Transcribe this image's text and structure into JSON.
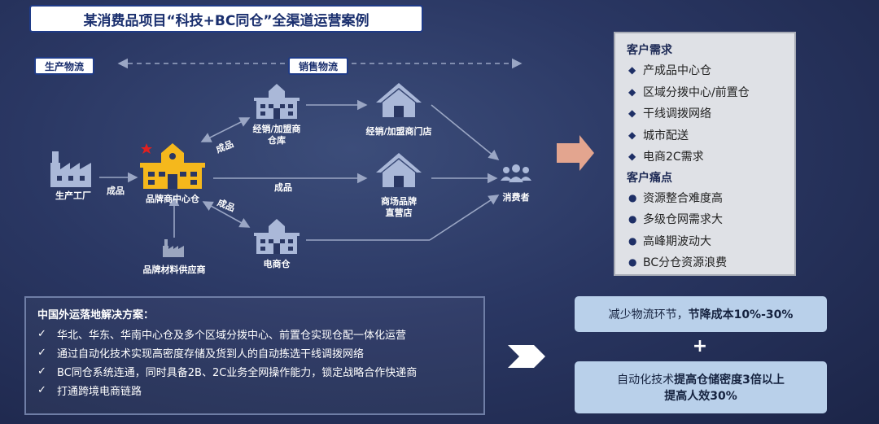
{
  "title": "某消费品项目“科技+BC同仓”全渠道运营案例",
  "tags": {
    "production": "生产物流",
    "sales": "销售物流"
  },
  "nodes": {
    "factory": "生产工厂",
    "brand_center": "品牌商中心仓",
    "dealer_warehouse": [
      "经销/加盟商",
      "仓库"
    ],
    "dealer_store": "经销/加盟商门店",
    "mall_store": [
      "商场品牌",
      "直营店"
    ],
    "ecommerce_warehouse": "电商仓",
    "consumer": "消费者",
    "material_supplier": "品牌材料供应商"
  },
  "edge_labels": {
    "factory_to_center": "成品",
    "center_to_dealer": "成品",
    "center_to_mall": "成品",
    "center_to_ecom": "成品"
  },
  "right_panel": {
    "needs_title": "客户需求",
    "needs": [
      "产成品中心仓",
      "区域分拨中心/前置仓",
      "干线调拨网络",
      "城市配送",
      "电商2C需求"
    ],
    "pains_title": "客户痛点",
    "pains": [
      "资源整合难度高",
      "多级仓网需求大",
      "高峰期波动大",
      "BC分仓资源浪费"
    ]
  },
  "solution": {
    "title": "中国外运落地解决方案：",
    "items": [
      "华北、华东、华南中心仓及多个区域分拨中心、前置仓实现仓配一体化运营",
      "通过自动化技术实现高密度存储及货到人的自动拣选干线调拨网络",
      "BC同仓系统连通，同时具备2B、2C业务全网操作能力，锁定战略合作快递商",
      "打通跨境电商链路"
    ]
  },
  "results": {
    "r1_prefix": "减少物流环节，",
    "r1_bold": "节降成本10%-30%",
    "plus": "+",
    "r2_prefix": "自动化技术",
    "r2_bold": "提高仓储密度3倍以上",
    "r2_line2": "提高人效30%"
  },
  "colors": {
    "accent": "#1f3b87",
    "icon_blue": "#aab8d8",
    "icon_yellow": "#f5b81c",
    "star_red": "#e02020"
  }
}
